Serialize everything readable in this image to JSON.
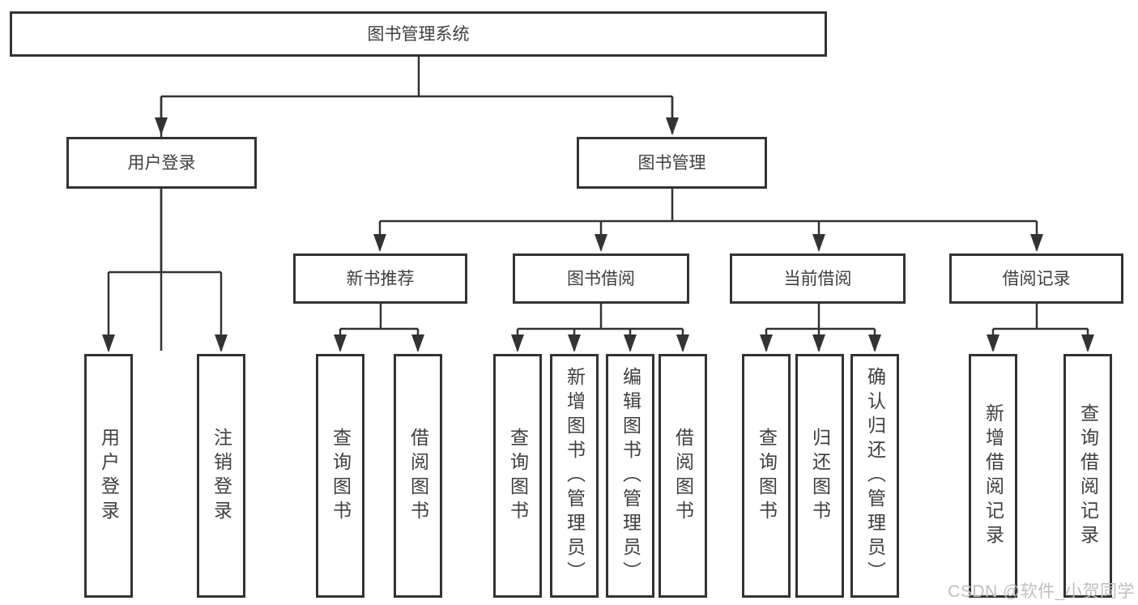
{
  "diagram": {
    "root": "图书管理系统",
    "level2": {
      "user_login": "用户登录",
      "book_management": "图书管理"
    },
    "level3": {
      "new_book_recommend": "新书推荐",
      "book_borrowing": "图书借阅",
      "current_borrowing": "当前借阅",
      "borrowing_records": "借阅记录"
    },
    "leaves": {
      "user_login": [
        "用户登录",
        "注销登录"
      ],
      "new_book_recommend": [
        "查询图书",
        "借阅图书"
      ],
      "book_borrowing": [
        "查询图书",
        "新增图书（管理员）",
        "编辑图书（管理员）",
        "借阅图书"
      ],
      "current_borrowing": [
        "查询图书",
        "归还图书",
        "确认归还（管理员）"
      ],
      "borrowing_records": [
        "新增借阅记录",
        "查询借阅记录"
      ]
    }
  },
  "watermark": "CSDN @软件_小贺同学",
  "colors": {
    "line": "#333333",
    "box_border": "#333333",
    "text": "#3f3f3f",
    "watermark": "#bfbfbf",
    "background": "#ffffff"
  }
}
